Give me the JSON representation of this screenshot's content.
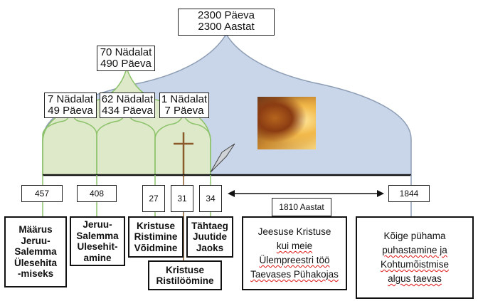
{
  "top": {
    "line1": "2300 Päeva",
    "line2": "2300 Aastat"
  },
  "seventy": {
    "line1": "70 Nädalat",
    "line2": "490 Päeva"
  },
  "weeks": [
    {
      "line1": "7 Nädalat",
      "line2": "49 Päeva"
    },
    {
      "line1": "62 Nädalat",
      "line2": "434 Päeva"
    },
    {
      "line1": "1 Nädalat",
      "line2": "7 Päeva"
    }
  ],
  "years": [
    "457",
    "408",
    "27",
    "31",
    "34",
    "1844"
  ],
  "span_label": "1810 Aastat",
  "events": {
    "e457": [
      "Määrus",
      "Jeruu-",
      "Salemma",
      "Ülesehita",
      "-miseks"
    ],
    "e408": [
      "Jeruu-",
      "Salemma",
      "Ulesehit-",
      "amine"
    ],
    "e27": [
      "Kristuse",
      "Ristimine",
      "Võidmine"
    ],
    "e34": [
      "Tähtaeg",
      "Juutide",
      "Jaoks"
    ],
    "e31": [
      "Kristuse",
      "Ristilöömine"
    ],
    "ministry": [
      "Jeesuse Kristuse",
      "kui meie",
      "Ülempreestri töö",
      "Taevases Pühakojas"
    ],
    "e1844": [
      "Kõige pühama",
      "puhastamine ja",
      "Kohtumõistmise",
      "algus taevas"
    ]
  },
  "colors": {
    "blue_area": "#c9d6ea",
    "green_area": "#dde9c8",
    "green_line": "#8cc26a",
    "gray_line": "#8d9db4"
  }
}
